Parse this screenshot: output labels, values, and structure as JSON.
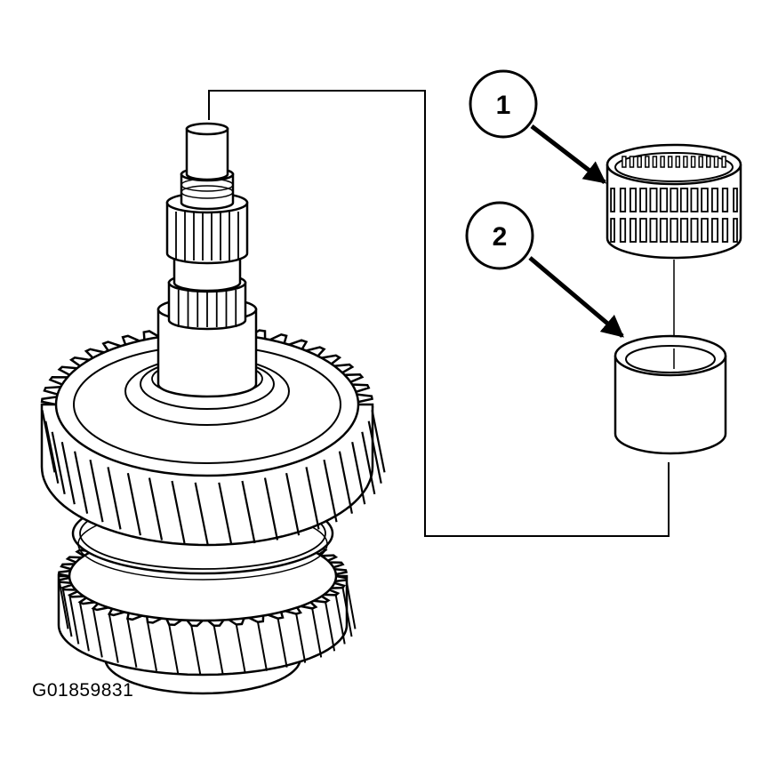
{
  "figure": {
    "id_label": "G01859831",
    "callouts": [
      {
        "number": "1"
      },
      {
        "number": "2"
      }
    ]
  }
}
